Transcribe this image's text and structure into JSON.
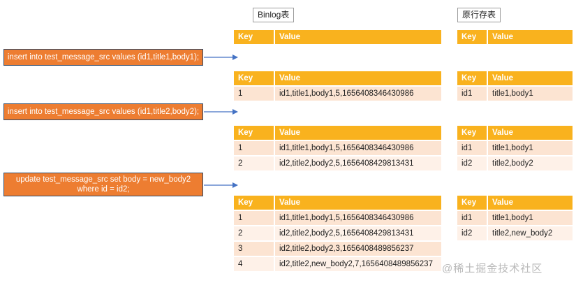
{
  "headers": {
    "binlog_title": "Binlog表",
    "row_title": "原行存表",
    "key": "Key",
    "value": "Value"
  },
  "sql": {
    "insert1": "insert into test_message_src values (id1,title1,body1);",
    "insert2": "insert into test_message_src values (id1,title2,body2);",
    "update_line1": "update test_message_src set body = new_body2",
    "update_line2": "where id = id2;"
  },
  "binlog_states": [
    [],
    [
      {
        "key": "1",
        "value": "id1,title1,body1,5,1656408346430986"
      }
    ],
    [
      {
        "key": "1",
        "value": "id1,title1,body1,5,1656408346430986"
      },
      {
        "key": "2",
        "value": "id2,title2,body2,5,1656408429813431"
      }
    ],
    [
      {
        "key": "1",
        "value": "id1,title1,body1,5,1656408346430986"
      },
      {
        "key": "2",
        "value": "id2,title2,body2,5,1656408429813431"
      },
      {
        "key": "3",
        "value": "id2,title2,body2,3,1656408489856237"
      },
      {
        "key": "4",
        "value": "id2,title2,new_body2,7,1656408489856237"
      }
    ]
  ],
  "row_states": [
    [],
    [
      {
        "key": "id1",
        "value": "title1,body1"
      }
    ],
    [
      {
        "key": "id1",
        "value": "title1,body1"
      },
      {
        "key": "id2",
        "value": "title2,body2"
      }
    ],
    [
      {
        "key": "id1",
        "value": "title1,body1"
      },
      {
        "key": "id2",
        "value": "title2,new_body2"
      }
    ]
  ],
  "watermark": "@稀土掘金技术社区",
  "colors": {
    "header": "#F9B21E",
    "row_dark": "#FCE4D2",
    "row_light": "#FEF1E8",
    "sql_box": "#ED7D31",
    "arrow": "#4472C4"
  }
}
